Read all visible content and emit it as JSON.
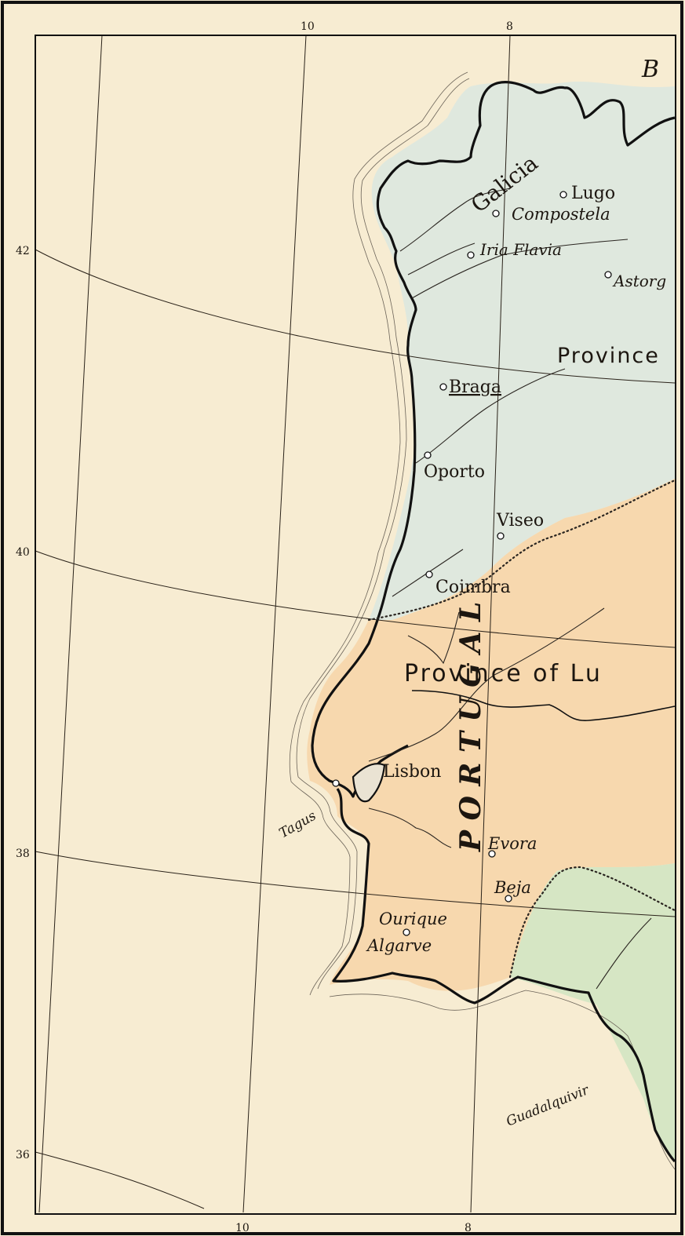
{
  "map": {
    "corner_letter": "B",
    "longitude_labels_top": [
      "10",
      "8"
    ],
    "longitude_labels_bottom": [
      "10",
      "8"
    ],
    "latitude_labels": [
      "42",
      "40",
      "38",
      "36"
    ],
    "regions": {
      "galicia": "Galicia",
      "portugal": "P O R T U G A L",
      "province_north": "Province",
      "province_lusitania": "Province of Lu",
      "algarve": "Algarve"
    },
    "towns": {
      "lugo": "Lugo",
      "compostela": "Compostela",
      "iria_flavia": "Iria Flavia",
      "astorga": "Astorg",
      "braga": "Braga",
      "oporto": "Oporto",
      "viseo": "Viseo",
      "coimbra": "Coimbra",
      "lisbon": "Lisbon",
      "evora": "Evora",
      "beja": "Beja",
      "ourique": "Ourique"
    },
    "rivers": {
      "tagus": "Tagus",
      "guadalquivir": "Guadalquivir"
    },
    "colors": {
      "sea": "#f7ecd2",
      "northern_region": "#dfe8de",
      "lusitania": "#f7d8ae",
      "baetica": "#d6e6c4"
    }
  }
}
